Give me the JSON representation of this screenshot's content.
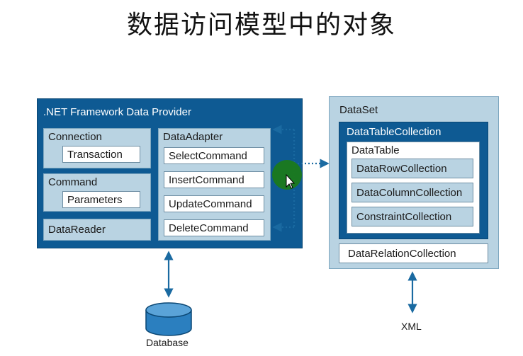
{
  "title": "数据访问模型中的对象",
  "provider": {
    "title": ".NET Framework Data Provider",
    "connection": {
      "label": "Connection",
      "child": "Transaction"
    },
    "command": {
      "label": "Command",
      "child": "Parameters"
    },
    "datareader": "DataReader",
    "dataadapter": {
      "label": "DataAdapter",
      "commands": [
        "SelectCommand",
        "InsertCommand",
        "UpdateCommand",
        "DeleteCommand"
      ]
    }
  },
  "dataset": {
    "label": "DataSet",
    "datatablecollection": {
      "label": "DataTableCollection",
      "datatable": {
        "label": "DataTable",
        "collections": [
          "DataRowCollection",
          "DataColumnCollection",
          "ConstraintCollection"
        ]
      }
    },
    "relations": "DataRelationCollection"
  },
  "database": "Database",
  "xml": "XML",
  "colors": {
    "dark_blue": "#0e5a93",
    "light_blue": "#b9d3e2",
    "arrow": "#1a6aa1",
    "cursor": "#1b7a1b"
  }
}
